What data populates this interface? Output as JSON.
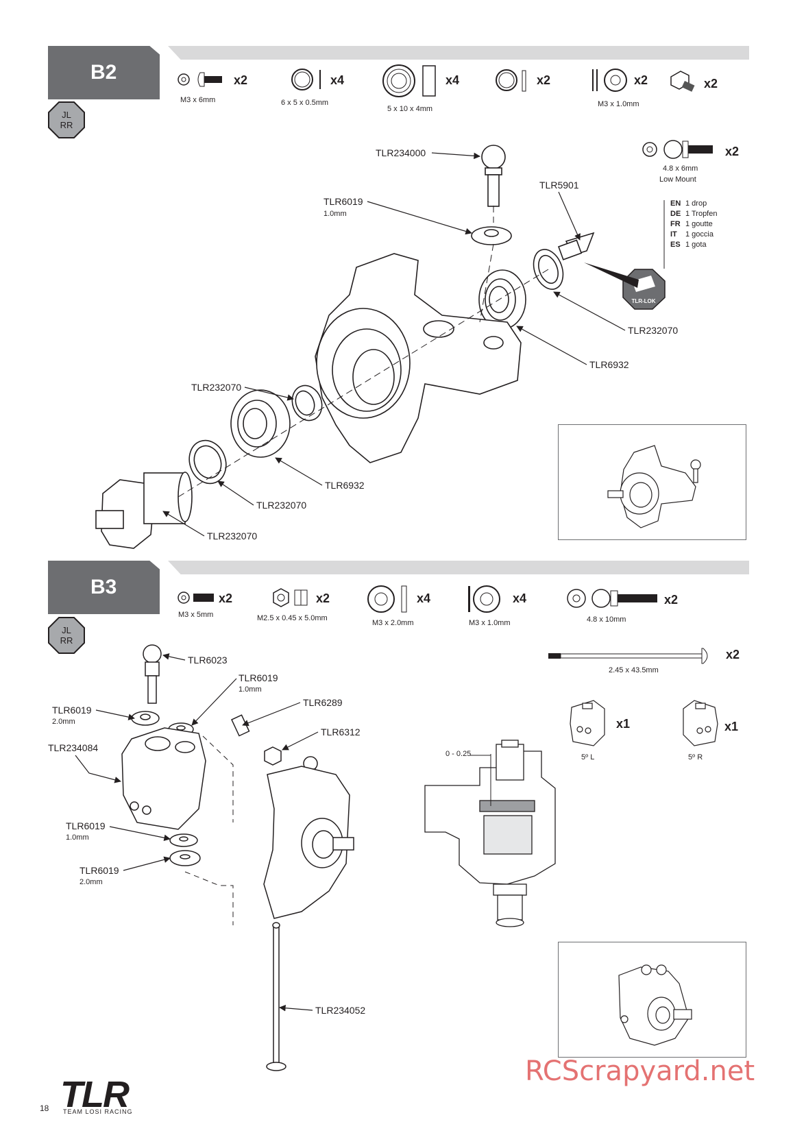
{
  "page_number": "18",
  "brand": {
    "name": "TLR",
    "full_name": "TEAM LOSI RACING"
  },
  "watermark": "RCScrapyard.net",
  "steps": [
    {
      "id": "B2",
      "hardware": [
        {
          "name": "cap-screw",
          "qty": "x2",
          "size": "M3 x 6mm"
        },
        {
          "name": "shim",
          "qty": "x4",
          "size": "6 x 5 x 0.5mm"
        },
        {
          "name": "bearing",
          "qty": "x4",
          "size": "5 x 10 x 4mm"
        },
        {
          "name": "washer",
          "qty": "x2",
          "size": ""
        },
        {
          "name": "shim",
          "qty": "x2",
          "size": "M3 x 1.0mm"
        },
        {
          "name": "kingpin-bushing",
          "qty": "x2",
          "size": ""
        },
        {
          "name": "ball-stud",
          "qty": "x2",
          "size": "4.8 x 6mm",
          "note": "Low Mount"
        }
      ],
      "thread_lock": {
        "label": "TLR-LOK",
        "languages": [
          {
            "code": "EN",
            "text": "1 drop"
          },
          {
            "code": "DE",
            "text": "1 Tropfen"
          },
          {
            "code": "FR",
            "text": "1 goutte"
          },
          {
            "code": "IT",
            "text": "1 goccia"
          },
          {
            "code": "ES",
            "text": "1 gota"
          }
        ]
      },
      "callouts": [
        {
          "part": "TLR234000",
          "sub": ""
        },
        {
          "part": "TLR6019",
          "sub": "1.0mm"
        },
        {
          "part": "TLR5901",
          "sub": ""
        },
        {
          "part": "TLR232070",
          "sub": ""
        },
        {
          "part": "TLR6932",
          "sub": ""
        },
        {
          "part": "TLR232070",
          "sub": ""
        },
        {
          "part": "TLR6932",
          "sub": ""
        },
        {
          "part": "TLR232070",
          "sub": ""
        },
        {
          "part": "TLR232070",
          "sub": ""
        }
      ]
    },
    {
      "id": "B3",
      "hardware": [
        {
          "name": "set-screw",
          "qty": "x2",
          "size": "M3 x 5mm"
        },
        {
          "name": "lock-nut",
          "qty": "x2",
          "size": "M2.5 x 0.45 x 5.0mm"
        },
        {
          "name": "shim",
          "qty": "x4",
          "size": "M3 x 2.0mm"
        },
        {
          "name": "shim",
          "qty": "x4",
          "size": "M3 x 1.0mm"
        },
        {
          "name": "ball-stud",
          "qty": "x2",
          "size": "4.8 x 10mm"
        },
        {
          "name": "hinge-pin",
          "qty": "x2",
          "size": "2.45 x 43.5mm"
        }
      ],
      "variants": [
        {
          "label": "5º L",
          "qty": "x1"
        },
        {
          "label": "5º R",
          "qty": "x1"
        }
      ],
      "section_label": "0 - 0.25",
      "callouts": [
        {
          "part": "TLR6023",
          "sub": ""
        },
        {
          "part": "TLR6019",
          "sub": "1.0mm"
        },
        {
          "part": "TLR6019",
          "sub": "2.0mm"
        },
        {
          "part": "TLR6289",
          "sub": ""
        },
        {
          "part": "TLR6312",
          "sub": ""
        },
        {
          "part": "TLR234084",
          "sub": ""
        },
        {
          "part": "TLR6019",
          "sub": "1.0mm"
        },
        {
          "part": "TLR6019",
          "sub": "2.0mm"
        },
        {
          "part": "TLR234052",
          "sub": ""
        }
      ]
    }
  ]
}
